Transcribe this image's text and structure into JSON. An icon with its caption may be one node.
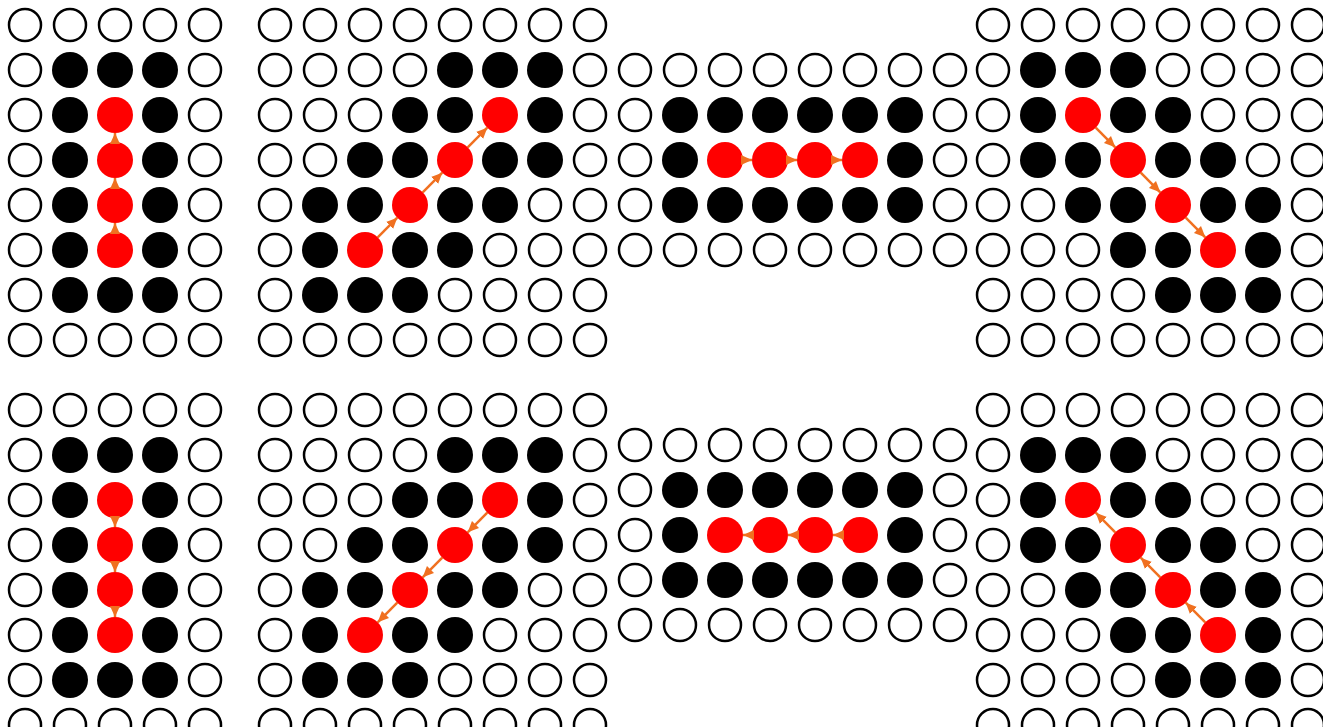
{
  "diagram": {
    "nodes": [
      {
        "text": [],
        "shape": "circle"
      },
      {
        "text": [],
        "shape": "circle"
      },
      {
        "text": [],
        "shape": "circle"
      },
      {
        "text": [],
        "shape": "circle"
      },
      {
        "text": [],
        "shape": "circle"
      },
      {
        "text": [],
        "shape": "circle"
      },
      {
        "text": [],
        "shape": "circle"
      },
      {
        "text": [],
        "shape": "circle"
      },
      {
        "text": [],
        "shape": "circle"
      },
      {
        "text": [],
        "shape": "circle"
      },
      {
        "text": [],
        "shape": "circle"
      },
      {
        "text": [],
        "shape": "circle"
      },
      {
        "text": [],
        "shape": "circle"
      },
      {
        "text": [],
        "shape": "circle"
      },
      {
        "text": [],
        "shape": "circle"
      },
      {
        "text": [],
        "shape": "circle"
      },
      {
        "text": [],
        "shape": "circle"
      },
      {
        "text": [],
        "shape": "circle"
      },
      {
        "text": [],
        "shape": "circle"
      },
      {
        "text": [],
        "shape": "circle"
      },
      {
        "text": [],
        "shape": "circle"
      },
      {
        "text": [],
        "shape": "circle"
      },
      {
        "text": [],
        "shape": "circle"
      },
      {
        "text": [],
        "shape": "circle"
      },
      {
        "text": [],
        "shape": "circle"
      },
      {
        "text": [],
        "shape": "circle"
      },
      {
        "text": [],
        "shape": "circle"
      },
      {
        "text": [],
        "shape": "circle"
      },
      {
        "text": [],
        "shape": "circle"
      },
      {
        "text": [],
        "shape": "circle"
      },
      {
        "text": [],
        "shape": "circle"
      },
      {
        "text": [],
        "shape": "circle"
      }
    ],
    "edges": [
      {
        "from": 3,
        "to": 2,
        "arrow": "to"
      },
      {
        "from": 2,
        "to": 1,
        "arrow": "to"
      },
      {
        "from": 1,
        "to": 0,
        "arrow": "to"
      },
      {
        "from": 7,
        "to": 6,
        "arrow": "to"
      },
      {
        "from": 6,
        "to": 5,
        "arrow": "to"
      },
      {
        "from": 5,
        "to": 4,
        "arrow": "to"
      },
      {
        "from": 8,
        "to": 9,
        "arrow": "to"
      },
      {
        "from": 9,
        "to": 10,
        "arrow": "to"
      },
      {
        "from": 10,
        "to": 11,
        "arrow": "to"
      },
      {
        "from": 12,
        "to": 13,
        "arrow": "to"
      },
      {
        "from": 13,
        "to": 14,
        "arrow": "to"
      },
      {
        "from": 14,
        "to": 15,
        "arrow": "to"
      },
      {
        "from": 16,
        "to": 17,
        "arrow": "to"
      },
      {
        "from": 17,
        "to": 18,
        "arrow": "to"
      },
      {
        "from": 18,
        "to": 19,
        "arrow": "to"
      },
      {
        "from": 20,
        "to": 21,
        "arrow": "to"
      },
      {
        "from": 21,
        "to": 22,
        "arrow": "to"
      },
      {
        "from": 22,
        "to": 23,
        "arrow": "to"
      },
      {
        "from": 27,
        "to": 26,
        "arrow": "to"
      },
      {
        "from": 26,
        "to": 25,
        "arrow": "to"
      },
      {
        "from": 25,
        "to": 24,
        "arrow": "to"
      },
      {
        "from": 31,
        "to": 30,
        "arrow": "to"
      },
      {
        "from": 30,
        "to": 29,
        "arrow": "to"
      },
      {
        "from": 29,
        "to": 28,
        "arrow": "to"
      }
    ]
  }
}
